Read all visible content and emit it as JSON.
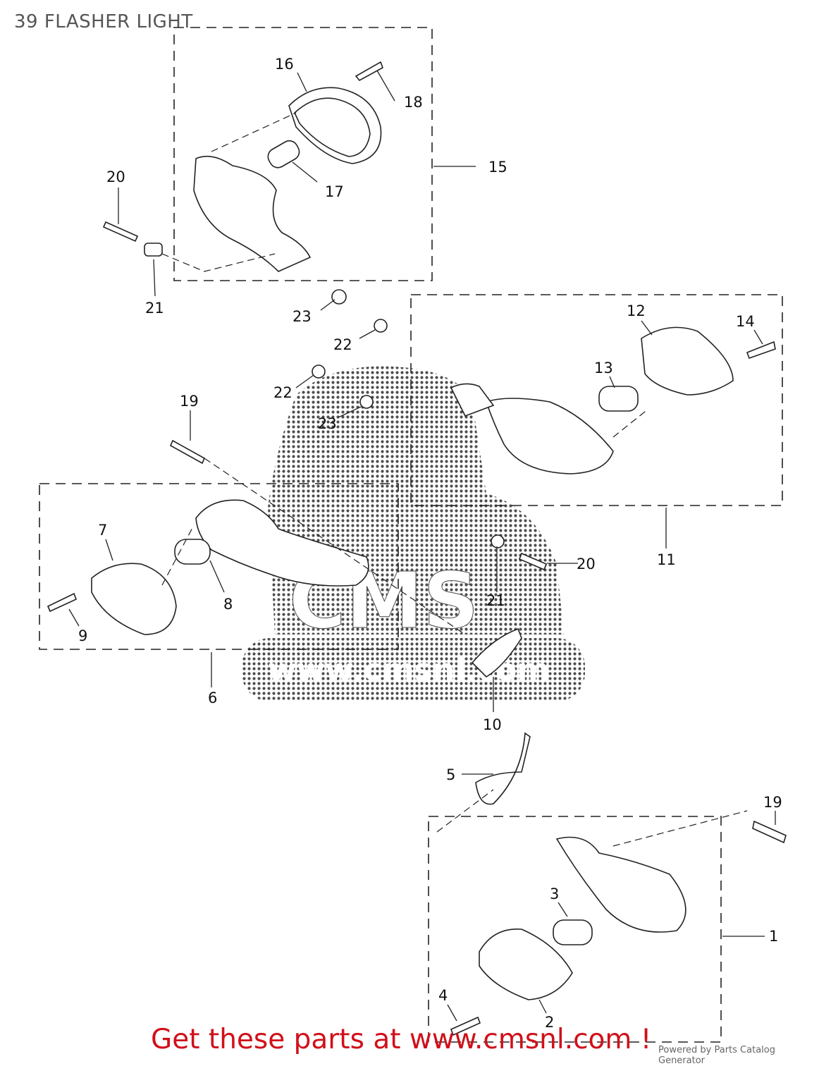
{
  "title": "39 FLASHER LIGHT",
  "callouts": [
    "16",
    "18",
    "15",
    "17",
    "20",
    "21",
    "23",
    "22",
    "12",
    "14",
    "13",
    "22",
    "23",
    "19",
    "7",
    "8",
    "9",
    "6",
    "20",
    "11",
    "21",
    "10",
    "5",
    "19",
    "3",
    "1",
    "4",
    "2"
  ],
  "watermark": {
    "logo": "CMS",
    "url": "www.cmsnl.com"
  },
  "cta": "Get these parts at www.cmsnl.com !",
  "powered_by": "Powered by Parts Catalog Generator",
  "colors": {
    "cta": "#d0101a",
    "lines": "#222222"
  }
}
